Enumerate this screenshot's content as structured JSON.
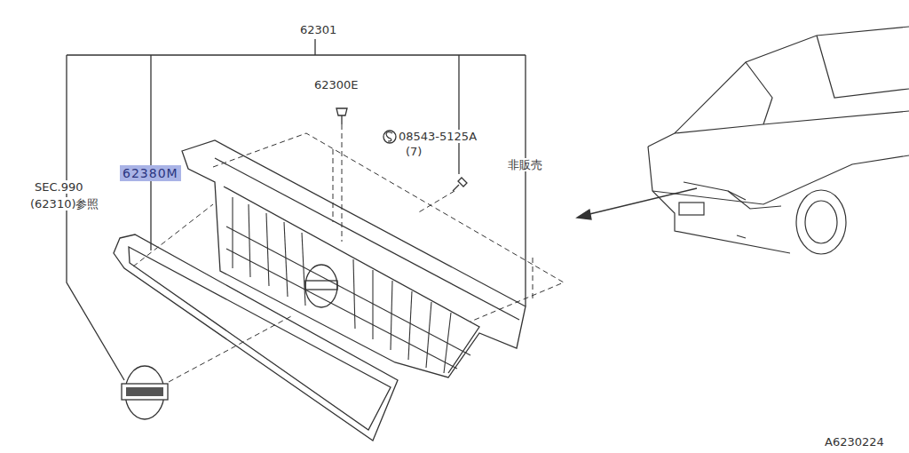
{
  "diagram": {
    "nodes": [
      {
        "text": [
          "62380M"
        ]
      }
    ],
    "labels": [
      "62301",
      "62300E",
      "08543-5125A",
      "(7)",
      "非販売",
      "SEC.990",
      "(62310)参照",
      "A6230224"
    ]
  }
}
